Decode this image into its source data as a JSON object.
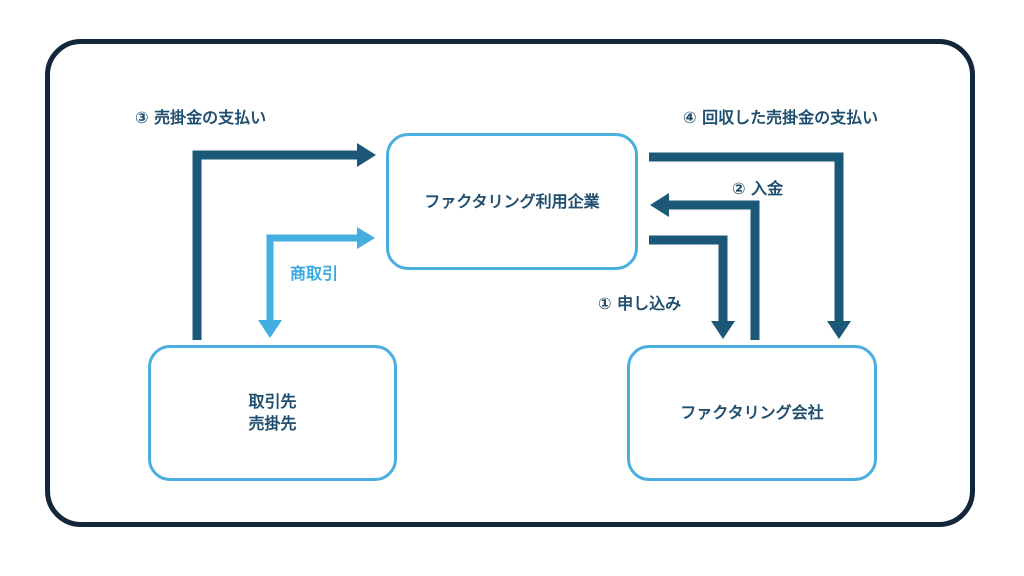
{
  "nodes": {
    "user_company": "ファクタリング利用企業",
    "client_line1": "取引先",
    "client_line2": "売掛先",
    "factoring_company": "ファクタリング会社"
  },
  "labels": {
    "payment_receivable": "③ 売掛金の支払い",
    "payment_collected": "④ 回収した売掛金の支払い",
    "deposit": "② 入金",
    "application": "① 申し込み",
    "commerce": "商取引"
  },
  "colors": {
    "frame": "#14263a",
    "dark_arrow": "#1b5878",
    "light_arrow": "#45aee0",
    "node_border": "#4aaedf",
    "text": "#1f4e6e"
  }
}
